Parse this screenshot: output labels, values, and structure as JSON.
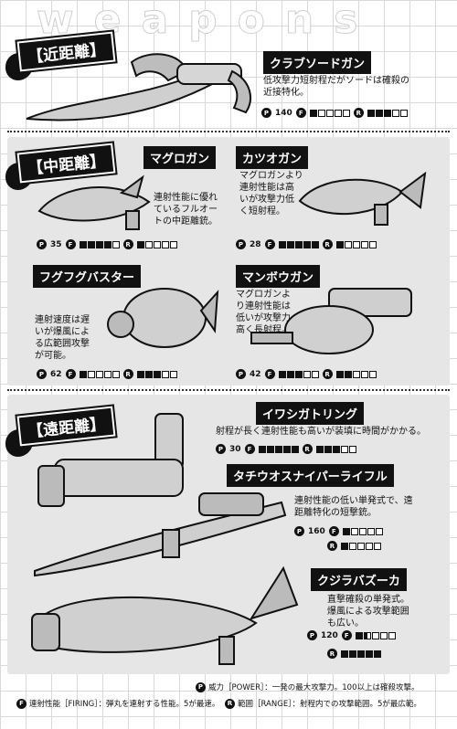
{
  "watermark": "weapons",
  "sections": {
    "short": "【近距離】",
    "mid": "【中距離】",
    "long": "【遠距離】"
  },
  "weapons": [
    {
      "name": "クラブソードガン",
      "desc": [
        "低攻撃力短射程だがソードは確殺の",
        "近接特化。"
      ],
      "power": "140",
      "firing": 1,
      "range": 3
    },
    {
      "name": "マグロガン",
      "desc": [
        "連射性能に優れ",
        "ているフルオー",
        "トの中距離銃。"
      ],
      "power": "35",
      "firing": 4,
      "range": 1
    },
    {
      "name": "カツオガン",
      "desc": [
        "マグロガンより",
        "連射性能は高",
        "いが攻撃力低",
        "く短射程。"
      ],
      "power": "28",
      "firing": 5,
      "range": 1
    },
    {
      "name": "フグフグバスター",
      "desc": [
        "連射速度は遅",
        "いが爆風によ",
        "る広範囲攻撃",
        "が可能。"
      ],
      "power": "62",
      "firing": 1,
      "range": 3
    },
    {
      "name": "マンボウガン",
      "desc": [
        "マグロガンよ",
        "り連射性能は",
        "低いが攻撃力",
        "高く長射程。"
      ],
      "power": "42",
      "firing": 3,
      "range": 2
    },
    {
      "name": "イワシガトリング",
      "desc": [
        "射程が長く連射性能も高いが装填に時間がかかる。"
      ],
      "power": "30",
      "firing": 5,
      "range": 3
    },
    {
      "name": "タチウオスナイパーライフル",
      "desc": [
        "連射性能の低い単発式で、遠",
        "距離特化の短撃銃。"
      ],
      "power": "160",
      "firing": 1,
      "range": 1
    },
    {
      "name": "クジラバズーカ",
      "desc": [
        "直撃確殺の単発式。",
        "爆風による攻撃範囲",
        "も広い。"
      ],
      "power": "120",
      "firing": 1.5,
      "range": 5
    }
  ],
  "icons": {
    "power": "P",
    "firing": "F",
    "range": "R"
  },
  "legend": {
    "power": "威力［POWER］：一発の最大攻撃力。100以上は確殺攻撃。",
    "firing": "連射性能［FIRING］：弾丸を連射する性能。5が最速。",
    "range": "範囲［RANGE］：射程内での攻撃範囲。5が最広範。"
  }
}
